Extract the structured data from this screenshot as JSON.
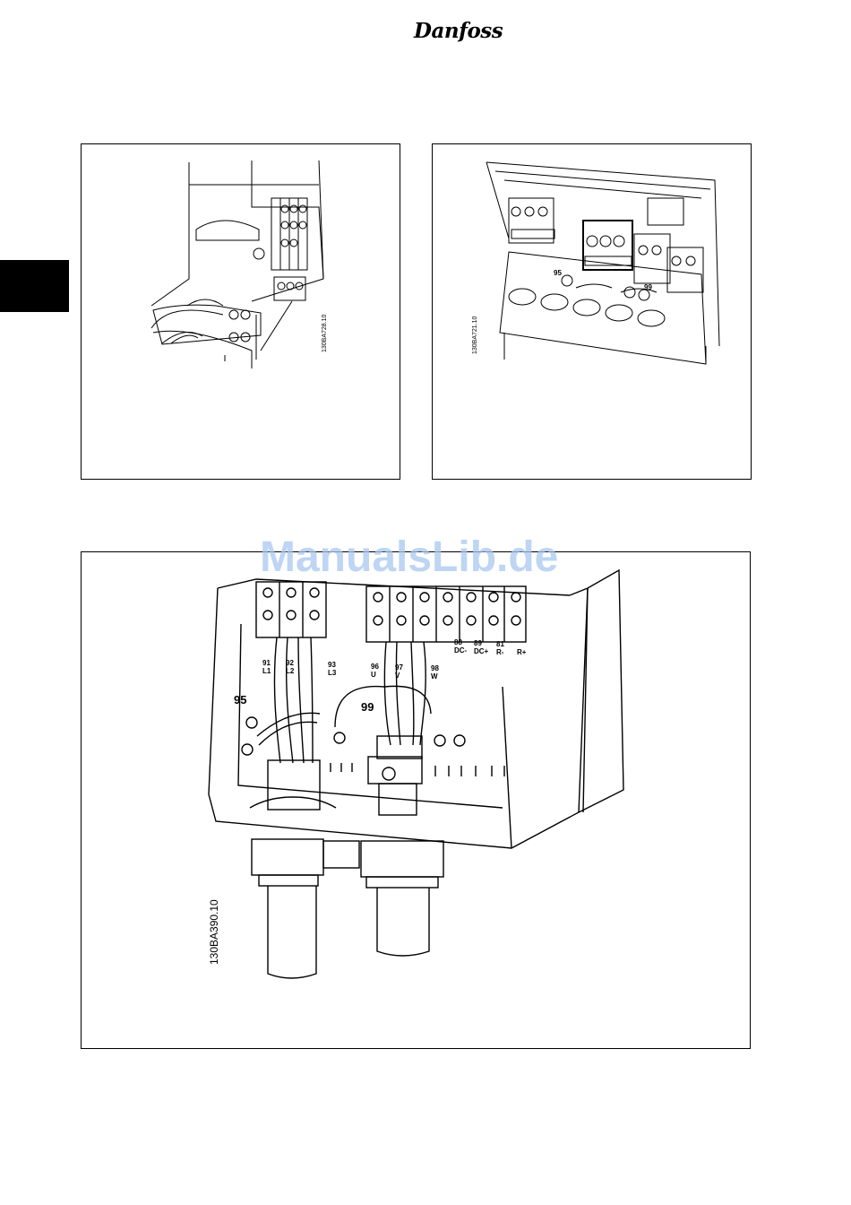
{
  "header": {
    "brand": "Danfoss"
  },
  "figures": [
    {
      "code": "130BA728.10"
    },
    {
      "code": "130BA721.10"
    },
    {
      "code": "130BA390.10",
      "terminals": {
        "t91": "91",
        "t91n": "L1",
        "t92": "92",
        "t92n": "L2",
        "t93": "93",
        "t93n": "L3",
        "t96": "96",
        "t96n": "U",
        "t97": "97",
        "t97n": "V",
        "t98": "98",
        "t98n": "W",
        "t88": "88",
        "t88n": "DC-",
        "t89": "89",
        "t89n": "DC+",
        "t81": "81",
        "t81n": "R-",
        "t82": "R+",
        "ground95": "95",
        "ground99": "99"
      }
    }
  ],
  "watermark": "ManualsLib.de",
  "colors": {
    "tab": "#000000",
    "watermark": "#a9c8ef"
  }
}
